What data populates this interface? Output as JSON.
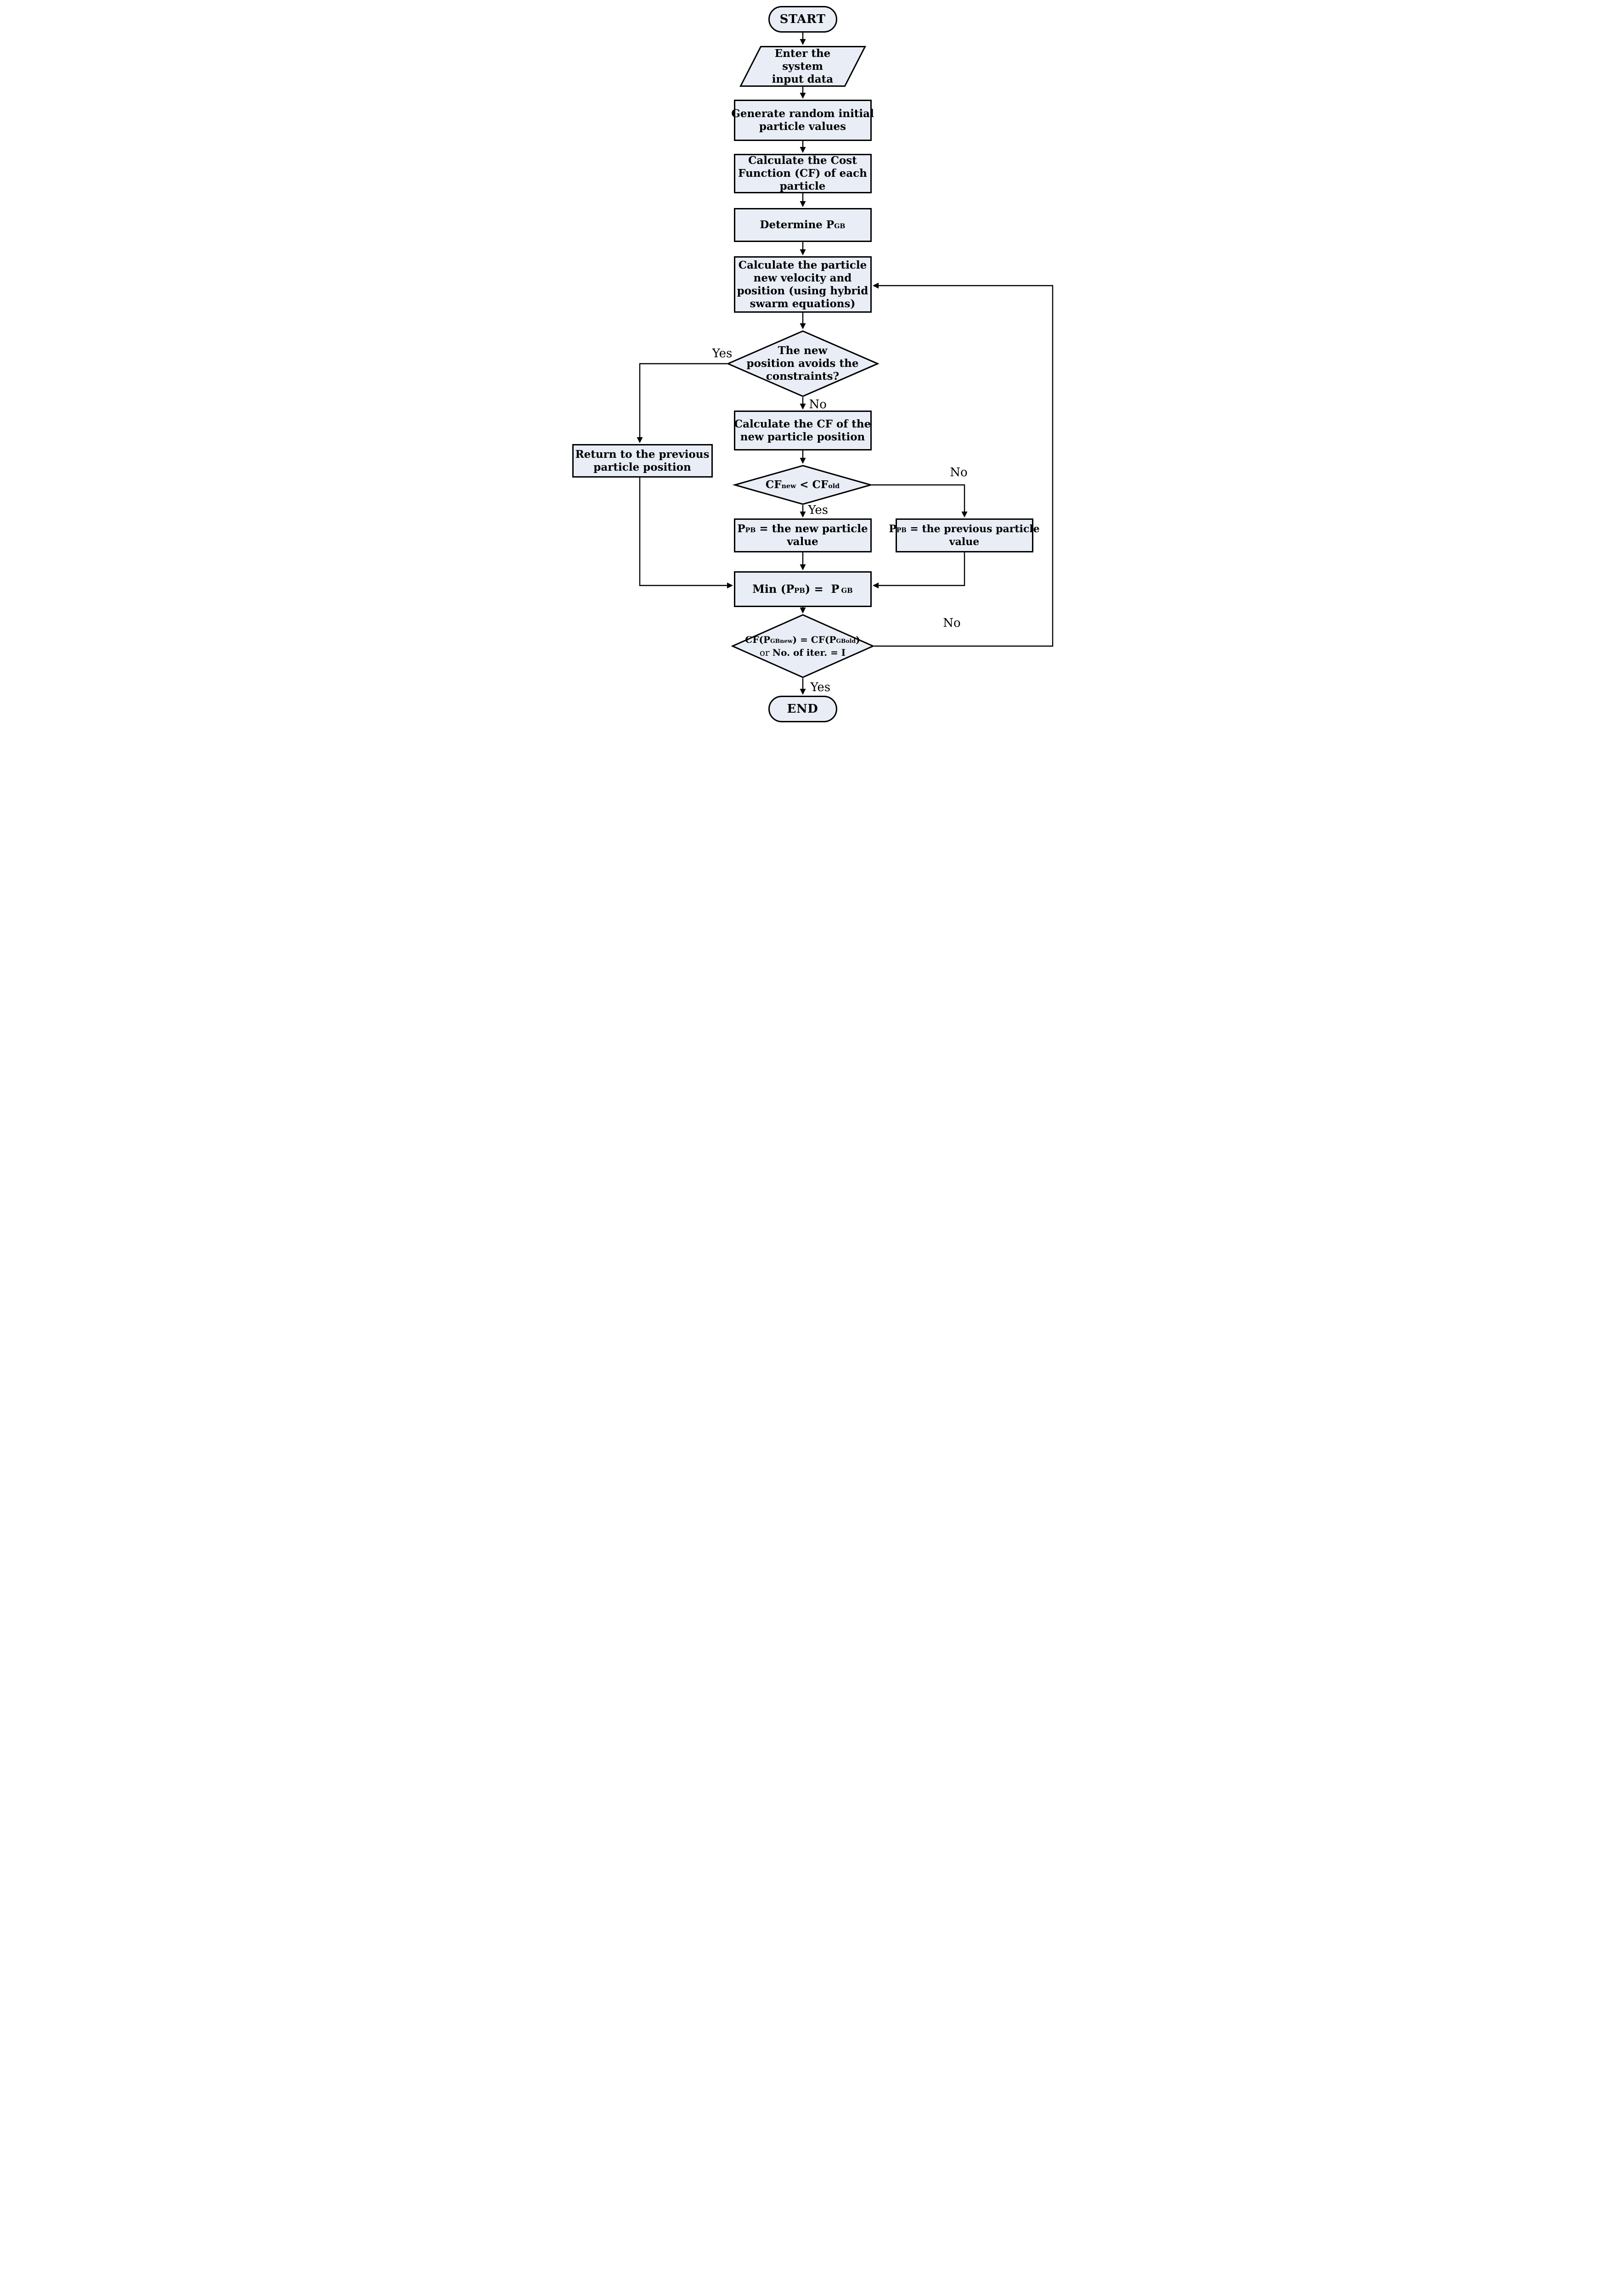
{
  "colors": {
    "node_fill": "#e8edf6",
    "node_border": "#000000",
    "line": "#000000",
    "background": "#ffffff"
  },
  "nodes": {
    "start": {
      "label": "START"
    },
    "input": {
      "lines": [
        "Enter the",
        "system",
        "input data"
      ]
    },
    "generate": {
      "lines": [
        "Generate random initial",
        "particle values"
      ]
    },
    "cost": {
      "lines": [
        "Calculate the Cost",
        "Function (CF) of each",
        "particle"
      ]
    },
    "determine": {
      "pre": "Determine P",
      "sub": "GB"
    },
    "velocity": {
      "lines": [
        "Calculate the particle",
        "new velocity and",
        "position (using hybrid",
        "swarm equations)"
      ]
    },
    "constraints": {
      "lines": [
        "The new",
        "position avoids the",
        "constraints?"
      ]
    },
    "cf_calc": {
      "lines": [
        "Calculate the CF of the",
        "new particle position"
      ]
    },
    "cf_compare": {
      "segments": [
        "CF",
        "new",
        " < CF",
        "old"
      ]
    },
    "ppb_new": {
      "line1": [
        "P",
        "PB",
        " = the new particle"
      ],
      "line2": "value"
    },
    "ppb_prev": {
      "line1": [
        "P",
        "PB",
        " = the previous particle"
      ],
      "line2": "value"
    },
    "return_prev": {
      "lines": [
        "Return to the previous",
        "particle position"
      ]
    },
    "min": {
      "segments": [
        "Min (P",
        "PB",
        ") =  P",
        "GB"
      ]
    },
    "terminate": {
      "line1": [
        "CF(P",
        "GBnew",
        ") = CF(P",
        "GBold",
        ")"
      ],
      "line2_pre": "or ",
      "line2_bold": "No. of iter. = I"
    },
    "end": {
      "label": "END"
    }
  },
  "edge_labels": {
    "d1_yes": "Yes",
    "d1_no": "No",
    "d2_no": "No",
    "d2_yes": "Yes",
    "d3_no": "No",
    "d3_yes": "Yes"
  },
  "edges": [
    {
      "from": "start",
      "to": "input"
    },
    {
      "from": "input",
      "to": "generate"
    },
    {
      "from": "generate",
      "to": "cost"
    },
    {
      "from": "cost",
      "to": "determine"
    },
    {
      "from": "determine",
      "to": "velocity"
    },
    {
      "from": "velocity",
      "to": "constraints"
    },
    {
      "from": "constraints",
      "to": "return_prev",
      "label": "Yes"
    },
    {
      "from": "constraints",
      "to": "cf_calc",
      "label": "No"
    },
    {
      "from": "cf_calc",
      "to": "cf_compare"
    },
    {
      "from": "cf_compare",
      "to": "ppb_new",
      "label": "Yes"
    },
    {
      "from": "cf_compare",
      "to": "ppb_prev",
      "label": "No"
    },
    {
      "from": "ppb_new",
      "to": "min"
    },
    {
      "from": "ppb_prev",
      "to": "min"
    },
    {
      "from": "return_prev",
      "to": "min"
    },
    {
      "from": "min",
      "to": "terminate"
    },
    {
      "from": "terminate",
      "to": "end",
      "label": "Yes"
    },
    {
      "from": "terminate",
      "to": "velocity",
      "label": "No"
    }
  ]
}
